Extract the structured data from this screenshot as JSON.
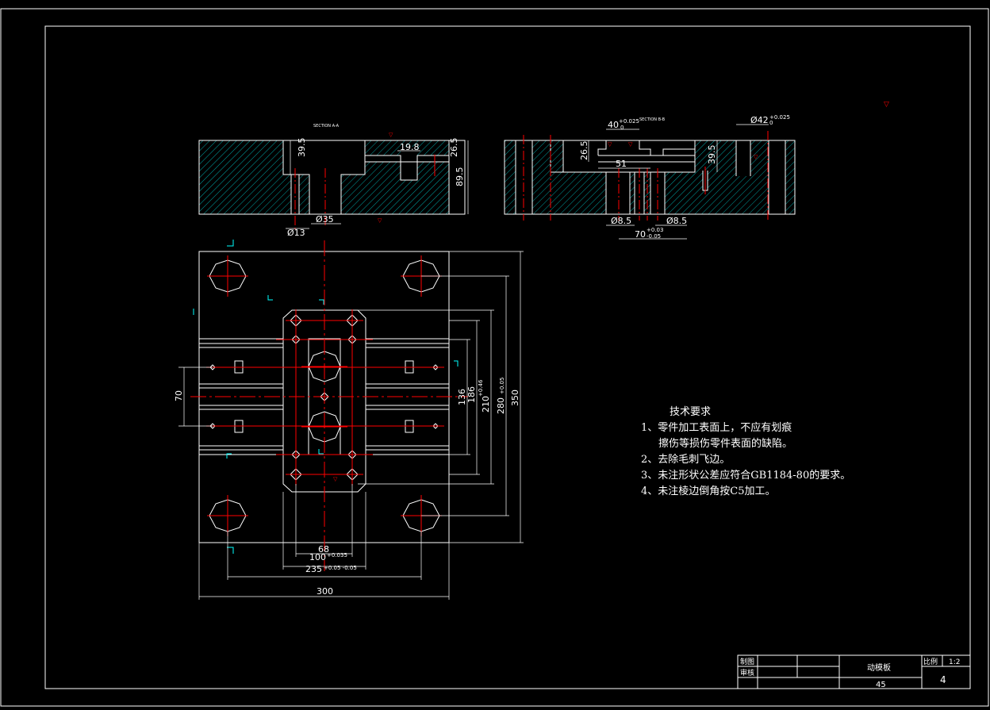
{
  "sections": {
    "left_label": "SECTION A-A",
    "right_label": "SECTION B-B"
  },
  "dims": {
    "d39_5_a": "39.5",
    "d19_8": "19.8",
    "d26_5_a": "26.5",
    "d89_5": "89.5",
    "d35": "Ø35",
    "d13": "Ø13",
    "d40": "40",
    "d40_tol": "+0.025",
    "d40_tol2": "0",
    "d42": "Ø42",
    "d42_tol": "+0.025",
    "d42_tol2": "0",
    "d26_5_b": "26.5",
    "d51": "51",
    "d39_5_b": "39.5",
    "d8_5_a": "Ø8.5",
    "d8_5_b": "Ø8.5",
    "d70b": "70",
    "d70b_tol": "+0.03",
    "d70b_tol2": "-0.05",
    "d70": "70",
    "d136": "136",
    "d186": "186",
    "d210": "210",
    "d210_tol": "+0.46",
    "d280": "280",
    "d280_tol": "+0.05",
    "d350": "350",
    "d68": "68",
    "d100": "100",
    "d100_tol": "+0.035",
    "d235": "235",
    "d235_tol": "+0.05 -0.05",
    "d300": "300"
  },
  "notes": {
    "title": "技术要求",
    "n1a": "1、零件加工表面上，不应有划痕",
    "n1b": "擦伤等损伤零件表面的缺陷。",
    "n2": "2、去除毛刺飞边。",
    "n3": "3、未注形状公差应符合GB1184-80的要求。",
    "n4": "4、未注棱边倒角按C5加工。"
  },
  "title_block": {
    "drawn_label": "制图",
    "checked_label": "审核",
    "part_name": "动模板",
    "material": "45",
    "scale_label": "比例",
    "scale": "1:2",
    "sheet": "4"
  },
  "colors": {
    "background": "#000000",
    "outline": "#ffffff",
    "center": "#ff0000",
    "hatch": "#00a0a0",
    "marker": "#00ffff"
  }
}
